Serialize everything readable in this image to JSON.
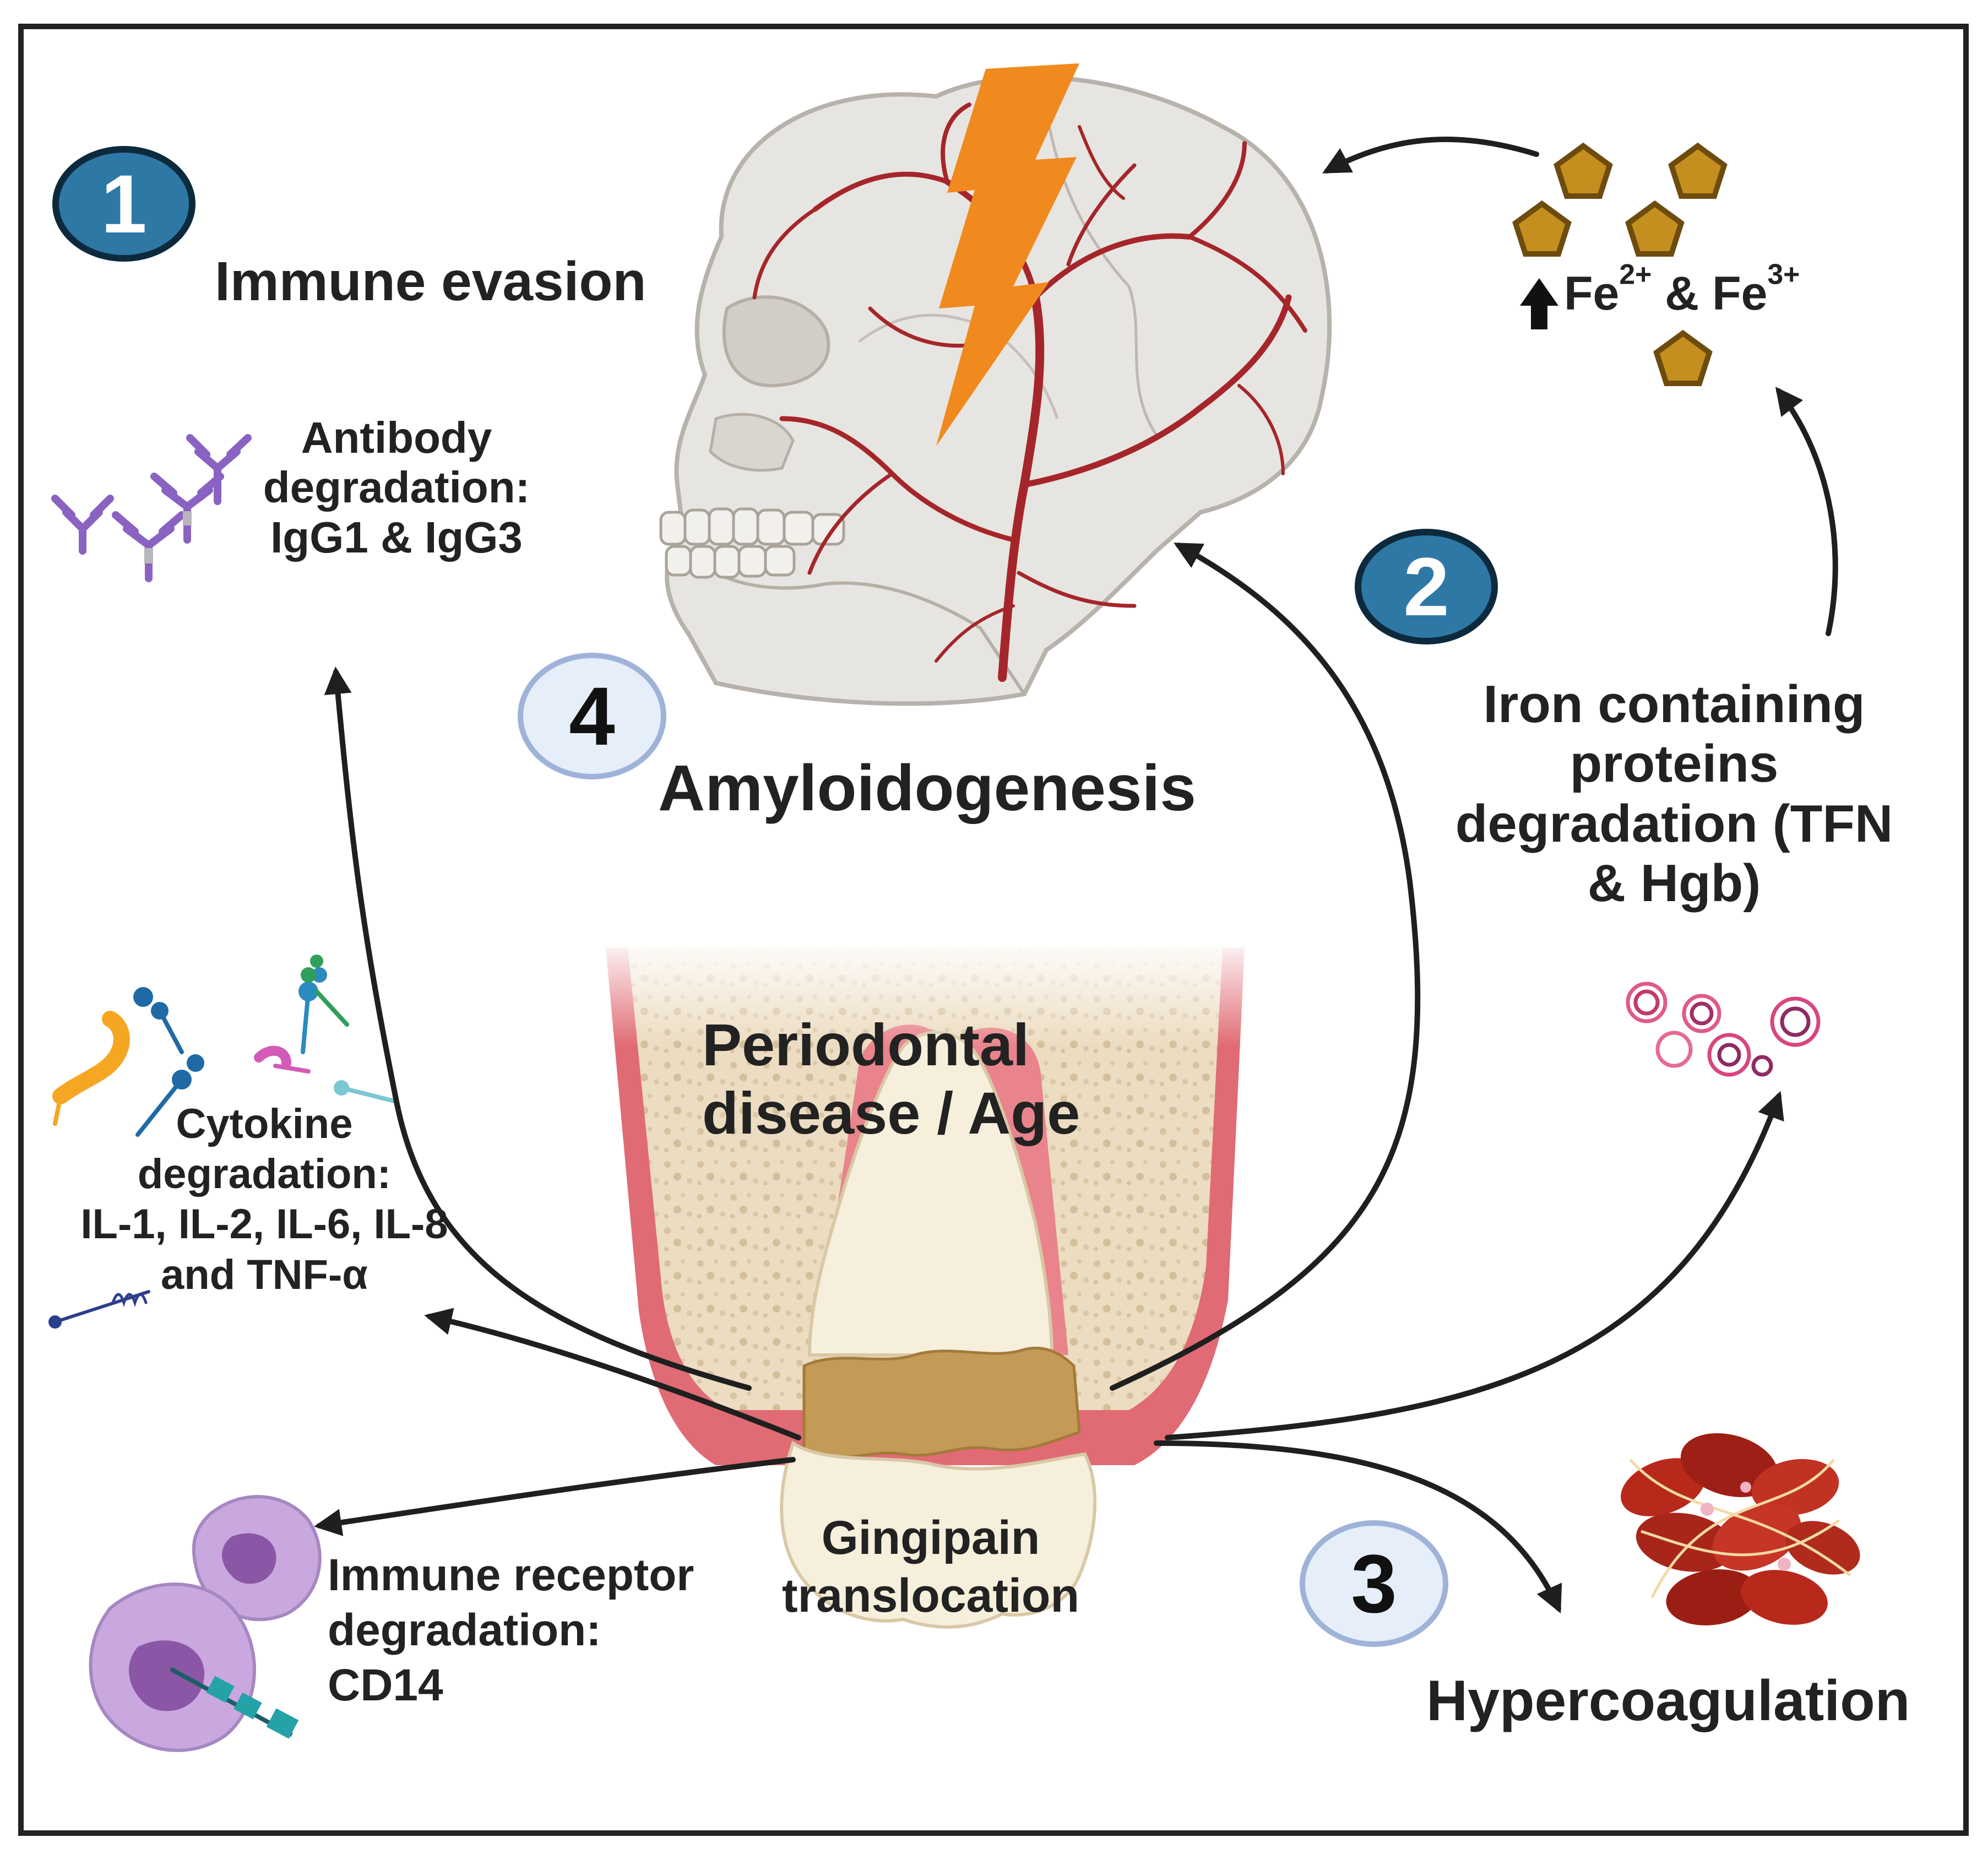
{
  "colors": {
    "frame": "#222222",
    "badge_dark": "#2e78a6",
    "badge_light": "#e6eef9",
    "artery": "#a5262a",
    "lightning": "#f08a1e",
    "iron": "#c58f1f",
    "gum": "#e06b74",
    "bone": "#ead8bd",
    "tooth": "#f6efdc",
    "plaque": "#c49a57",
    "clot": "#b8291c",
    "cell": "#c9a7df"
  },
  "badges": [
    {
      "number": "1",
      "style": "dark"
    },
    {
      "number": "2",
      "style": "dark"
    },
    {
      "number": "3",
      "style": "light"
    },
    {
      "number": "4",
      "style": "light"
    }
  ],
  "labels": {
    "immune_evasion": "Immune evasion",
    "antibody_line1": "Antibody",
    "antibody_line2": "degradation:",
    "antibody_line3": "IgG1 & IgG3",
    "iron_ions_fe": "Fe",
    "iron_ions_sup1": "2+",
    "iron_ions_amp": " & Fe",
    "iron_ions_sup2": "3+",
    "iron_line1": "Iron containing",
    "iron_line2": "proteins",
    "iron_line3": "degradation (TFN",
    "iron_line4": "& Hgb)",
    "amyloid": "Amyloidogenesis",
    "perio_line1": "Periodontal",
    "perio_line2": "disease / Age",
    "cytokine_line1": "Cytokine",
    "cytokine_line2": "degradation:",
    "cytokine_line3": "IL-1, IL-2, IL-6, IL-8",
    "cytokine_line4": "and TNF-α",
    "gingipain_line1": "Gingipain",
    "gingipain_line2": "translocation",
    "receptor_line1": "Immune receptor",
    "receptor_line2": "degradation:",
    "receptor_line3": "CD14",
    "hypercoag": "Hypercoagulation"
  },
  "icons": [
    "skull-brain-icon",
    "lightning-bolt-icon",
    "iron-ion-icon",
    "up-arrow-icon",
    "antibody-icon",
    "cytokine-icon",
    "protein-icon",
    "immune-cell-icon",
    "blood-clot-icon",
    "tooth-icon"
  ]
}
